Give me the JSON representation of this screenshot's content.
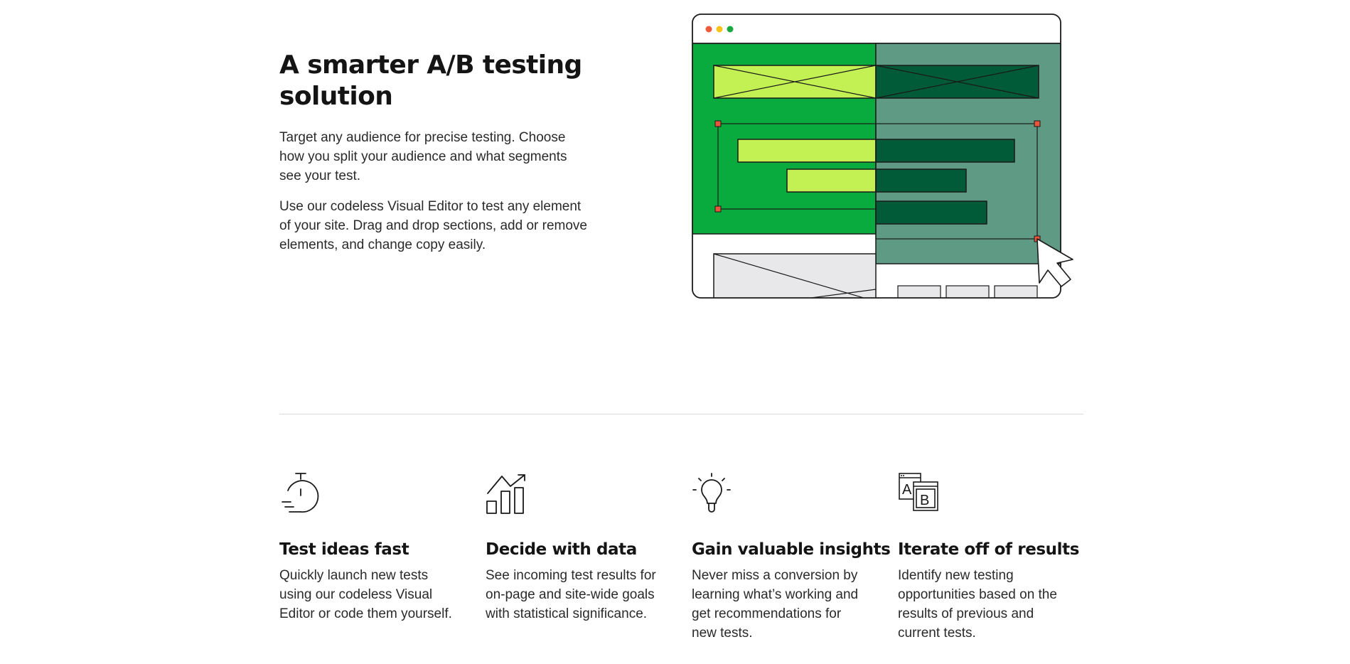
{
  "hero": {
    "title": "A smarter A/B testing solution",
    "paragraphs": [
      "Target any audience for precise testing. Choose how you split your audience and what segments see your test.",
      "Use our codeless Visual Editor to test any element of your site. Drag and drop sections, add or remove elements, and change copy easily."
    ]
  },
  "illustration": {
    "icon": "ab-test-browser-illustration",
    "colors": {
      "green": "#09ab3f",
      "lime": "#c3f154",
      "dark_green": "#015a38",
      "muted_green": "#5f9a84",
      "handle": "#e8553b",
      "light_gray": "#e8e8ea"
    }
  },
  "features": [
    {
      "icon": "stopwatch-icon",
      "title": "Test ideas fast",
      "text": "Quickly launch new tests using our codeless Visual Editor or code them yourself."
    },
    {
      "icon": "bar-chart-trend-icon",
      "title": "Decide with data",
      "text": "See incoming test results for on-page and site-wide goals with statistical significance."
    },
    {
      "icon": "lightbulb-icon",
      "title": "Gain valuable insights",
      "text": "Never miss a conversion by learning what’s working and get recommendations for new tests."
    },
    {
      "icon": "ab-windows-icon",
      "title": "Iterate off of results",
      "text": "Identify new testing opportunities based on the results of previous and current tests.",
      "label_a": "A",
      "label_b": "B"
    }
  ]
}
